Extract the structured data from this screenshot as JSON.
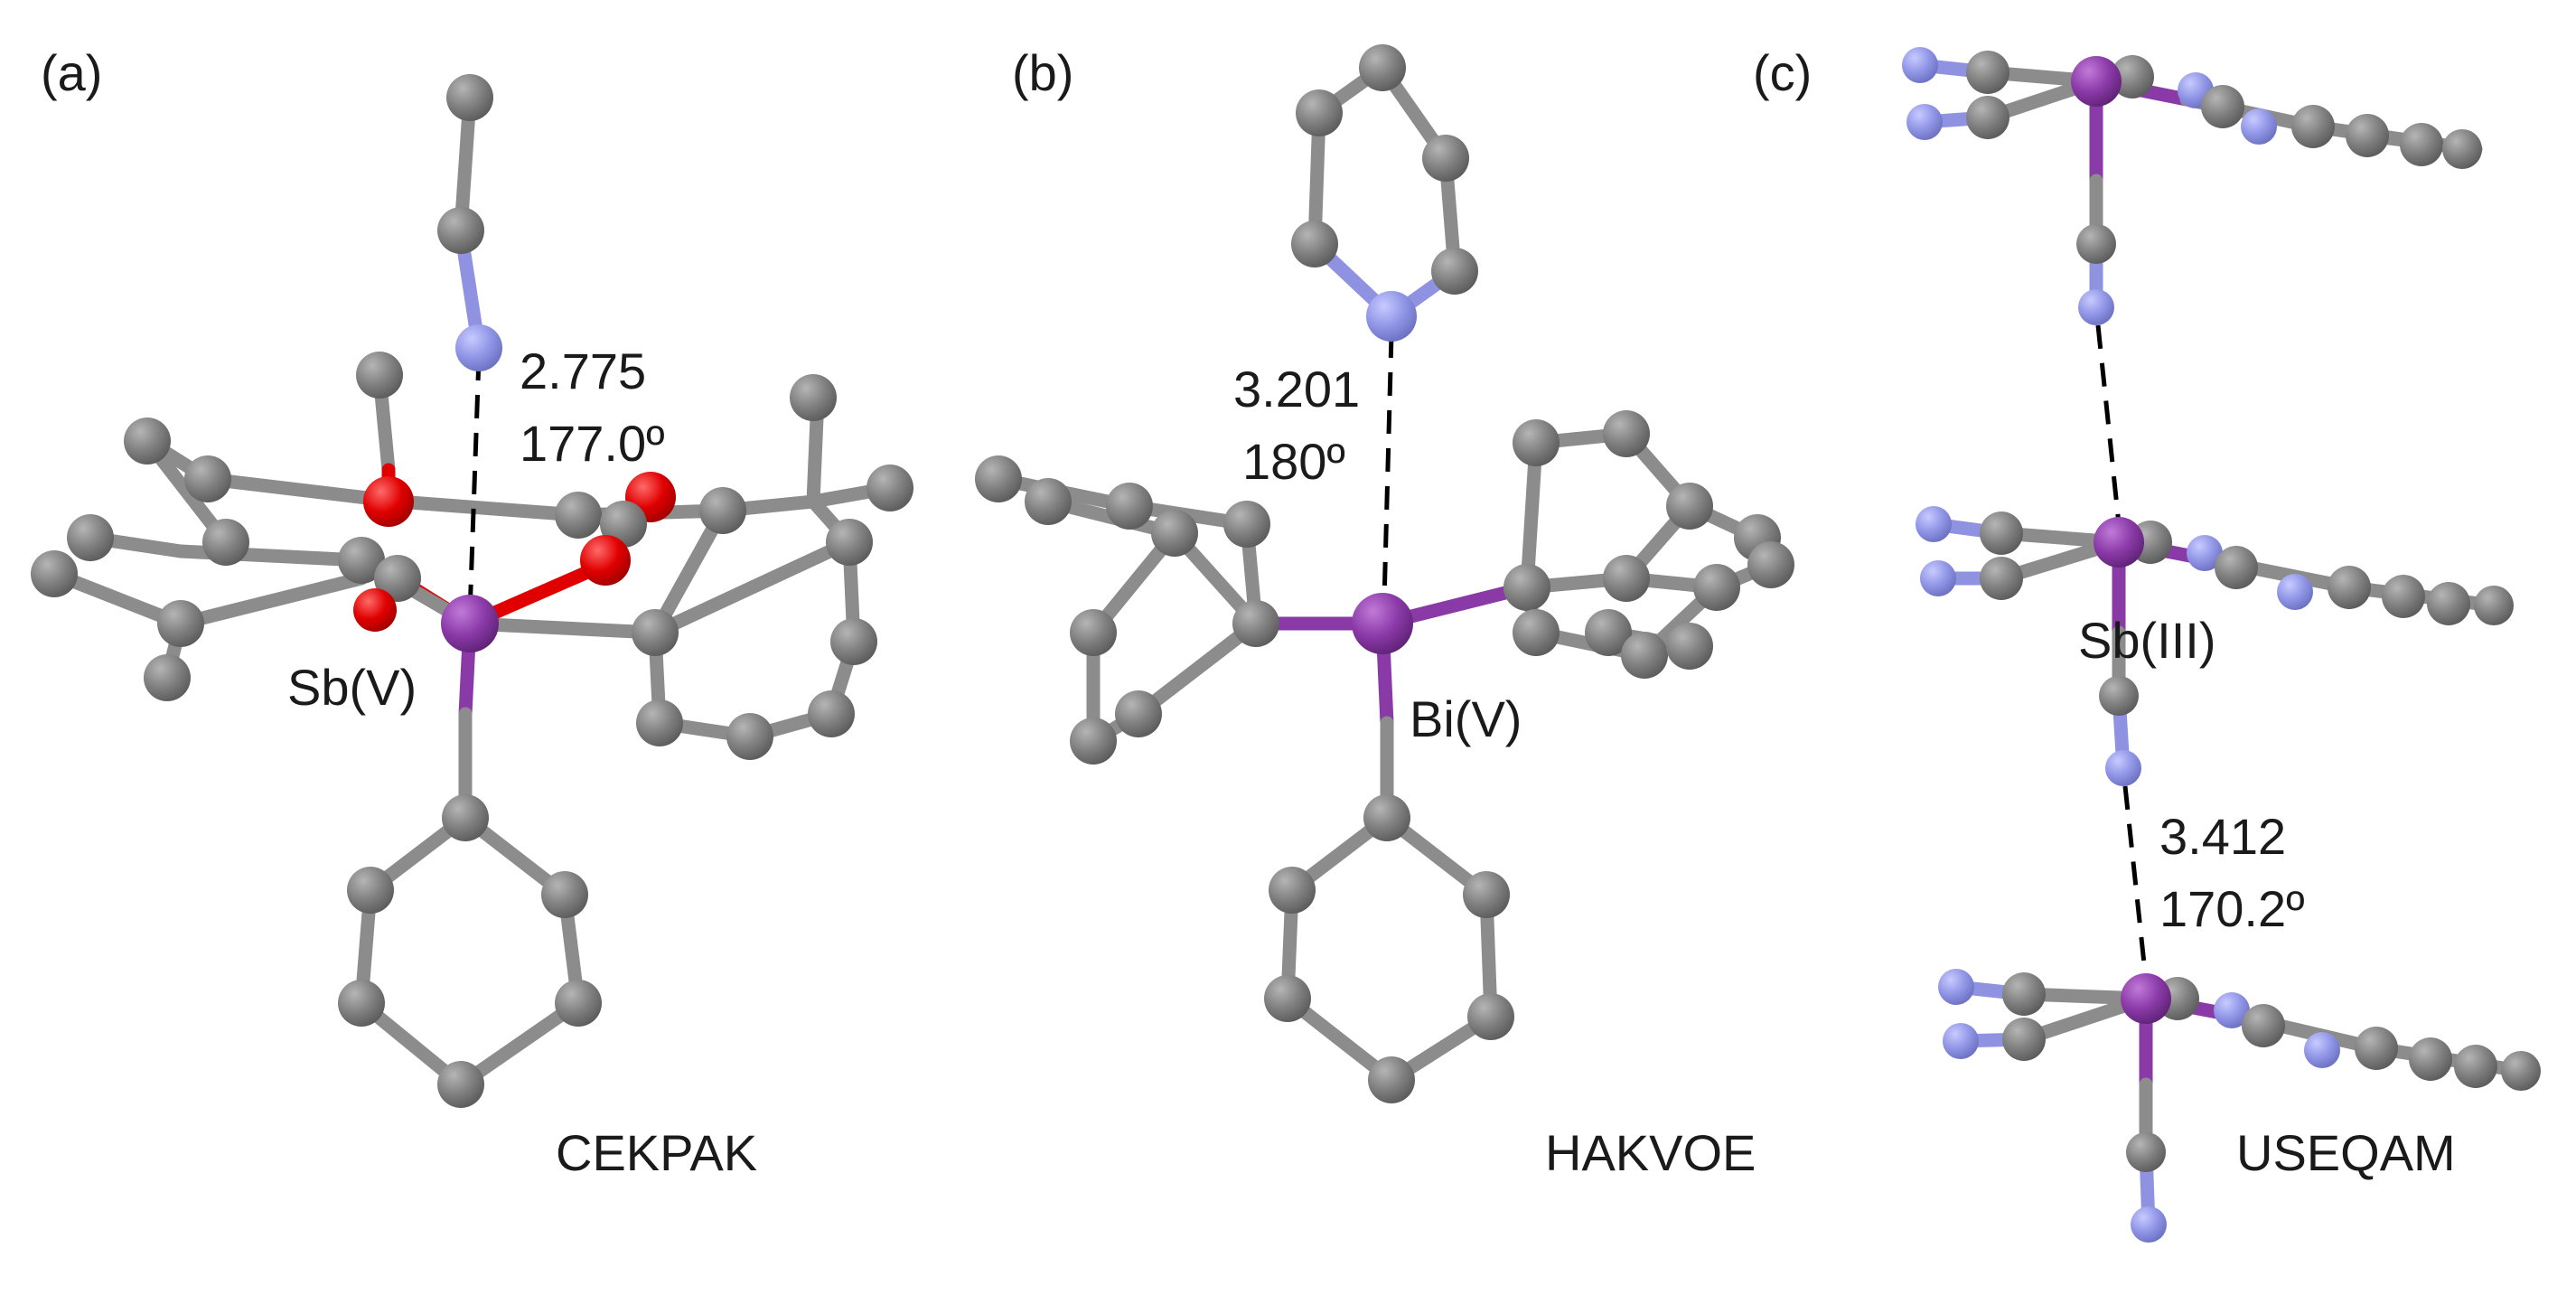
{
  "colors": {
    "carbon": "#808080",
    "nitrogen": "#9095e6",
    "oxygen": "#e00000",
    "pnictogen": "#8b3aa8"
  },
  "panels": [
    {
      "label": "(a)",
      "atom_label": "Sb(V)",
      "distance": "2.775",
      "angle": "177.0º",
      "refcode": "CEKPAK"
    },
    {
      "label": "(b)",
      "atom_label": "Bi(V)",
      "distance": "3.201",
      "angle": "180º",
      "refcode": "HAKVOE"
    },
    {
      "label": "(c)",
      "atom_label": "Sb(III)",
      "distance": "3.412",
      "angle": "170.2º",
      "refcode": "USEQAM"
    }
  ]
}
